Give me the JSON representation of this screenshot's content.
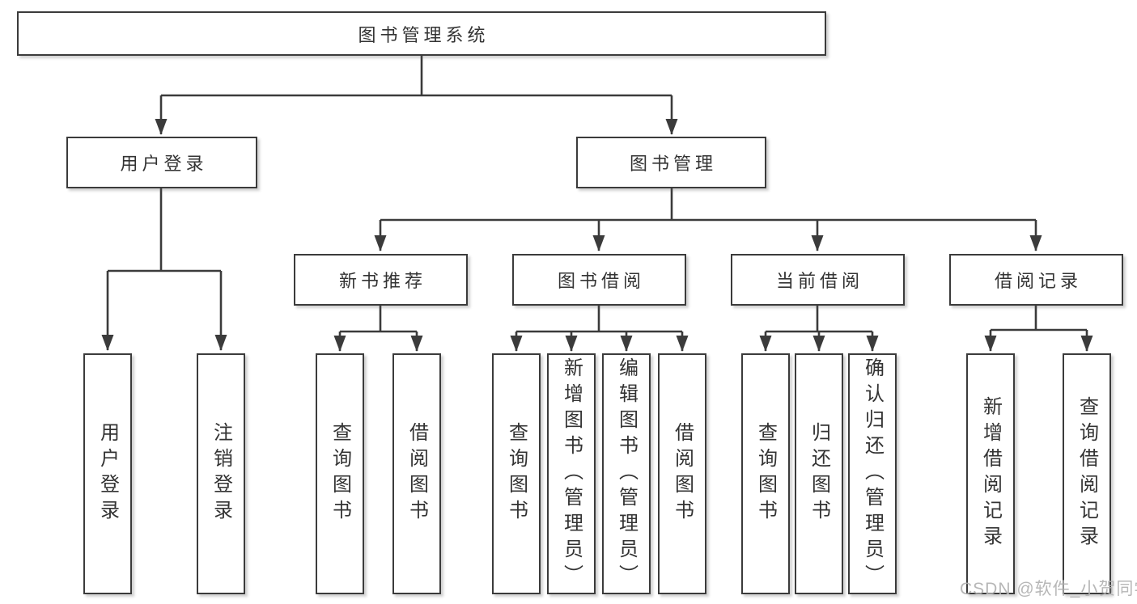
{
  "colors": {
    "line": "#3b3b3b",
    "box_border": "#3b3b3b",
    "box_fill": "#ffffff",
    "text": "#333333",
    "watermark": "#b1b1b1"
  },
  "tree": {
    "root": {
      "label": "图书管理系统"
    },
    "branches": [
      {
        "label": "用户登录",
        "leaves": [
          {
            "label": "用户登录"
          },
          {
            "label": "注销登录"
          }
        ]
      },
      {
        "label": "图书管理",
        "groups": [
          {
            "label": "新书推荐",
            "leaves": [
              {
                "label": "查询图书"
              },
              {
                "label": "借阅图书"
              }
            ]
          },
          {
            "label": "图书借阅",
            "leaves": [
              {
                "label": "查询图书"
              },
              {
                "label": "新增图书（管理员）"
              },
              {
                "label": "编辑图书（管理员）"
              },
              {
                "label": "借阅图书"
              }
            ]
          },
          {
            "label": "当前借阅",
            "leaves": [
              {
                "label": "查询图书"
              },
              {
                "label": "归还图书"
              },
              {
                "label": "确认归还（管理员）"
              }
            ]
          },
          {
            "label": "借阅记录",
            "leaves": [
              {
                "label": "新增借阅记录"
              },
              {
                "label": "查询借阅记录"
              }
            ]
          }
        ]
      }
    ]
  },
  "watermark": {
    "text": "CSDN @软件_小贺同学"
  }
}
